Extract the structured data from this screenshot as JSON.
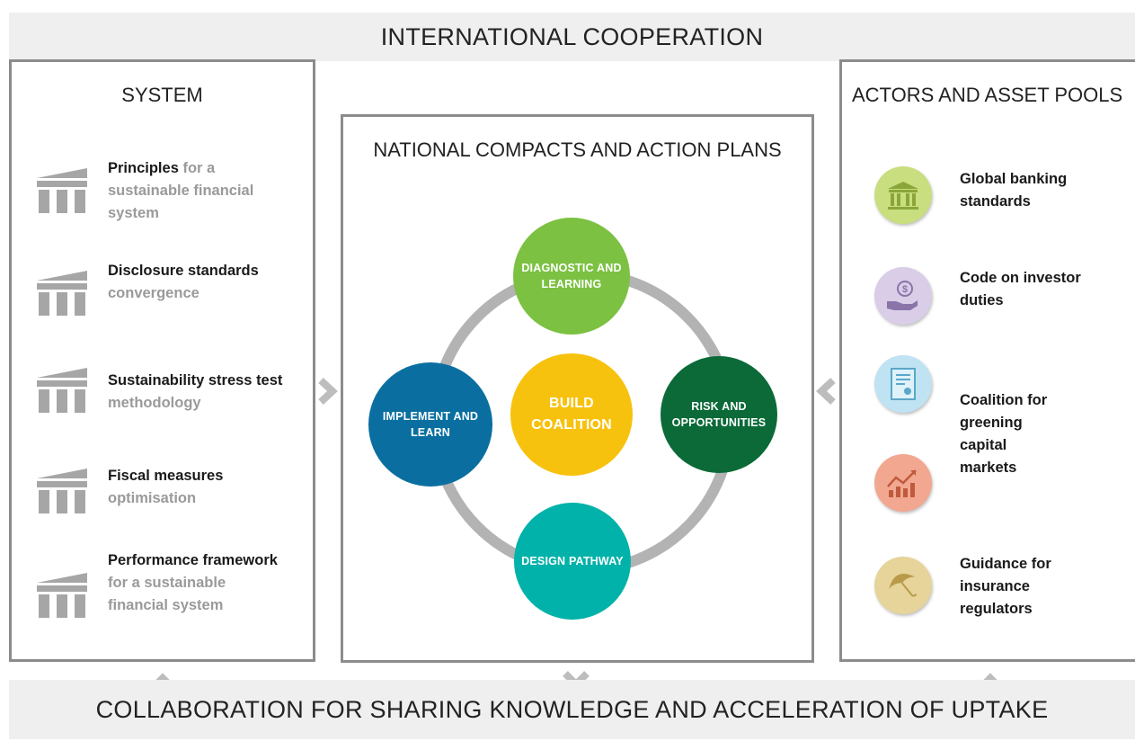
{
  "header": {
    "title": "INTERNATIONAL COOPERATION"
  },
  "footer": {
    "title": "COLLABORATION FOR SHARING KNOWLEDGE AND ACCELERATION OF UPTAKE"
  },
  "colors": {
    "panel_border": "#8c8c8c",
    "band_bg": "#efefef",
    "ring": "#b3b3b3",
    "diagnostic": "#7cc142",
    "risk": "#0b6a38",
    "design": "#00b2a9",
    "implement": "#0a6fa0",
    "build": "#f7c20e",
    "icon_grey": "#a6a6a6"
  },
  "system": {
    "title": "SYSTEM",
    "items": [
      {
        "bold": "Principles",
        "rest": " for a sustainable financial system"
      },
      {
        "bold": "Disclosure standards",
        "rest": " convergence"
      },
      {
        "bold": "Sustainability stress test",
        "rest": " methodology"
      },
      {
        "bold": "Fiscal measures",
        "rest": " optimisation"
      },
      {
        "bold": "Performance framework",
        "rest": " for a sustainable financial system"
      }
    ]
  },
  "national": {
    "title": "NATIONAL COMPACTS AND ACTION PLANS",
    "nodes": {
      "diagnostic": "DIAGNOSTIC AND LEARNING",
      "risk": "RISK AND OPPORTUNITIES",
      "design": "DESIGN PATHWAY",
      "implement": "IMPLEMENT AND LEARN",
      "build": "BUILD COALITION"
    }
  },
  "actors": {
    "title": "ACTORS AND ASSET POOLS",
    "items": [
      {
        "label": "Global banking standards",
        "icon": "bank-icon",
        "color": "#c9de7e"
      },
      {
        "label": "Code on investor duties",
        "icon": "hand-coin-icon",
        "color": "#d9cde8"
      },
      {
        "label": "Coalition for greening capital markets",
        "icon": "certificate-icon",
        "color": "#bfe3f2"
      },
      {
        "label": "",
        "icon": "growth-chart-icon",
        "color": "#f2a890"
      },
      {
        "label": "Guidance for insurance regulators",
        "icon": "umbrella-icon",
        "color": "#e6d49a"
      }
    ]
  }
}
